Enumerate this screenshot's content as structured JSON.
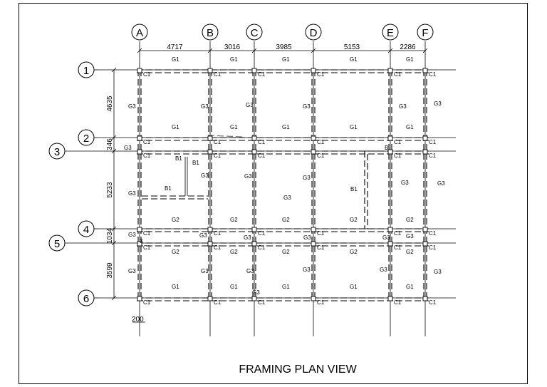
{
  "title": "FRAMING PLAN VIEW",
  "grid_columns": [
    "A",
    "B",
    "C",
    "D",
    "E",
    "F"
  ],
  "grid_rows": [
    "1",
    "2",
    "3",
    "4",
    "5",
    "6"
  ],
  "column_spacings": [
    "4717",
    "3016",
    "3985",
    "5153",
    "2286"
  ],
  "row_spacings": [
    "4635",
    "346",
    "5233",
    "1034",
    "3599"
  ],
  "offset_dim": "200",
  "labels": {
    "g1": "G1",
    "g2": "G2",
    "g3": "G3",
    "b1": "B1",
    "b": "B",
    "c1": "C1",
    "n3": "3"
  }
}
